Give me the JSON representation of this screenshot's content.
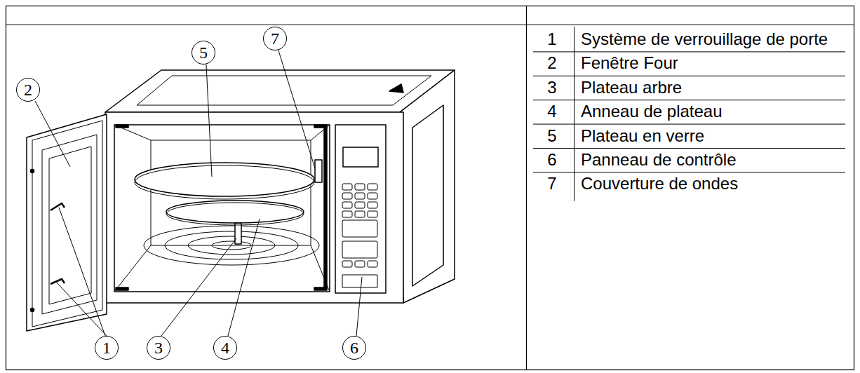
{
  "diagram": {
    "nodes": [
      {
        "text": [
          "2"
        ]
      },
      {
        "text": [
          "5"
        ]
      },
      {
        "text": [
          "7"
        ]
      },
      {
        "text": [
          "1"
        ]
      },
      {
        "text": [
          "3"
        ]
      },
      {
        "text": [
          "4"
        ]
      },
      {
        "text": [
          "6"
        ]
      }
    ],
    "labels": [
      "1",
      "Système de verrouillage de porte",
      "2",
      "Fenêtre Four",
      "3",
      "Plateau arbre",
      "4",
      "Anneau de plateau",
      "5",
      "Plateau en verre",
      "6",
      "Panneau de contrôle",
      "7",
      "Couverture de ondes"
    ]
  }
}
